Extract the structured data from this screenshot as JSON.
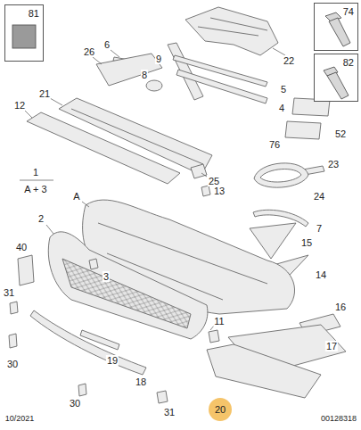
{
  "diagram": {
    "nodes": [
      {
        "text": [
          "81"
        ]
      },
      {
        "text": [
          "74"
        ]
      },
      {
        "text": [
          "82"
        ]
      }
    ],
    "labels": [
      "6",
      "26",
      "9",
      "8",
      "22",
      "21",
      "5",
      "12",
      "4",
      "52",
      "76",
      "1",
      "A + 3",
      "25",
      "13",
      "23",
      "24",
      "A",
      "7",
      "2",
      "15",
      "40",
      "3",
      "14",
      "31",
      "16",
      "11",
      "19",
      "17",
      "30",
      "18",
      "30",
      "31",
      "20",
      "10/2021",
      "00128318"
    ]
  }
}
